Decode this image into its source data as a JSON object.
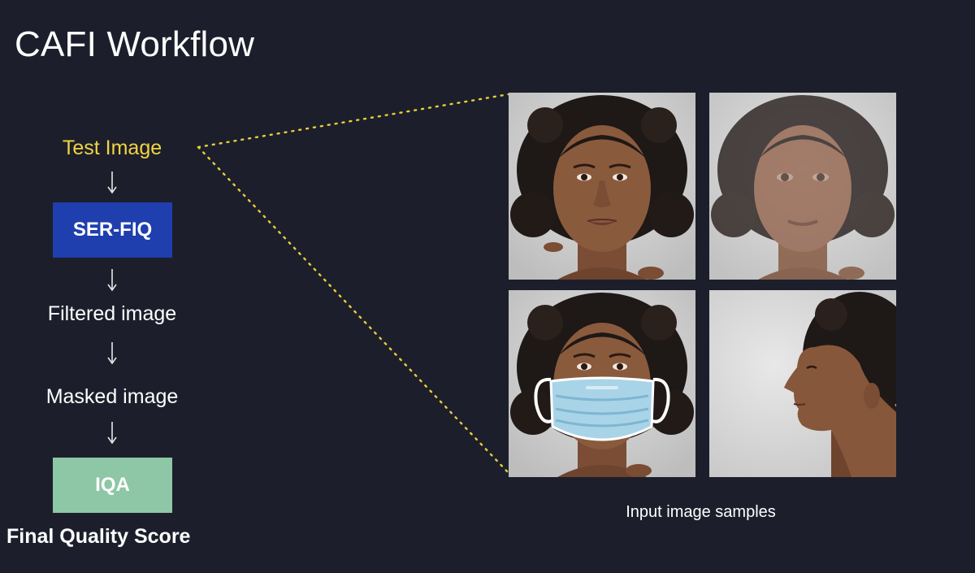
{
  "slide": {
    "title": "CAFI Workflow",
    "accent_color": "#f2d343",
    "background_color": "#1c1f2b"
  },
  "flow": {
    "test_image": "Test Image",
    "ser_fiq": "SER-FIQ",
    "filtered_image": "Filtered image",
    "masked_image": "Masked image",
    "iqa": "IQA",
    "final_score": "Final Quality Score",
    "ser_fiq_color": "#1f3fae",
    "iqa_color": "#8ec7a5"
  },
  "samples": {
    "caption": "Input image samples",
    "items": [
      {
        "name": "face-frontal-sharp"
      },
      {
        "name": "face-frontal-blurred"
      },
      {
        "name": "face-frontal-masked"
      },
      {
        "name": "face-profile"
      }
    ]
  }
}
